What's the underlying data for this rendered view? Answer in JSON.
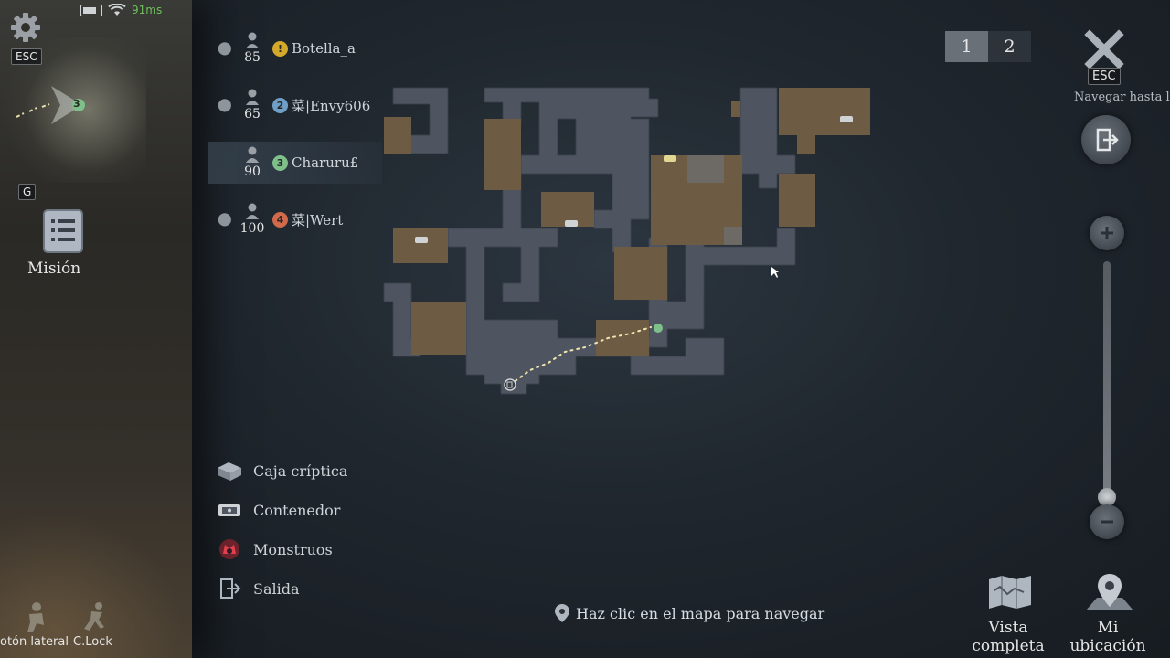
{
  "status": {
    "ping": "91ms"
  },
  "left_panel": {
    "esc_key": "ESC",
    "g_key": "G",
    "mission_label": "Misión",
    "teammate_count": "3",
    "bottom": {
      "side_button": "otón lateral",
      "camera_lock": "C.Lock"
    }
  },
  "players": [
    {
      "rank": "1",
      "score": "85",
      "name": "Botella_a",
      "badge_color": "#d4a82a",
      "badge_text": "!"
    },
    {
      "rank": "2",
      "score": "65",
      "name": "菜|Envy606",
      "badge_color": "#6f9fc7",
      "badge_text": "2"
    },
    {
      "rank": "3",
      "score": "90",
      "name": "Charuru£",
      "badge_color": "#7fc08a",
      "badge_text": "3"
    },
    {
      "rank": "4",
      "score": "100",
      "name": "菜|Wert",
      "badge_color": "#d06a4a",
      "badge_text": "4"
    }
  ],
  "legend": [
    {
      "icon": "crypt-box-icon",
      "label": "Caja críptica"
    },
    {
      "icon": "container-icon",
      "label": "Contenedor"
    },
    {
      "icon": "monster-icon",
      "label": "Monstruos"
    },
    {
      "icon": "exit-icon",
      "label": "Salida"
    }
  ],
  "map": {
    "hint": "Haz clic en el mapa para navegar"
  },
  "right_panel": {
    "floors": [
      "1",
      "2"
    ],
    "active_floor": "1",
    "close_key": "ESC",
    "navigate_text": "Navegar hasta la",
    "full_view": "Vista completa",
    "my_location": "Mi ubicación",
    "zoom_level": 0.05
  },
  "colors": {
    "room": "#6e5b44",
    "corridor": "#4f5561",
    "path": "#f0e4b0",
    "player": "#7fc08a"
  }
}
